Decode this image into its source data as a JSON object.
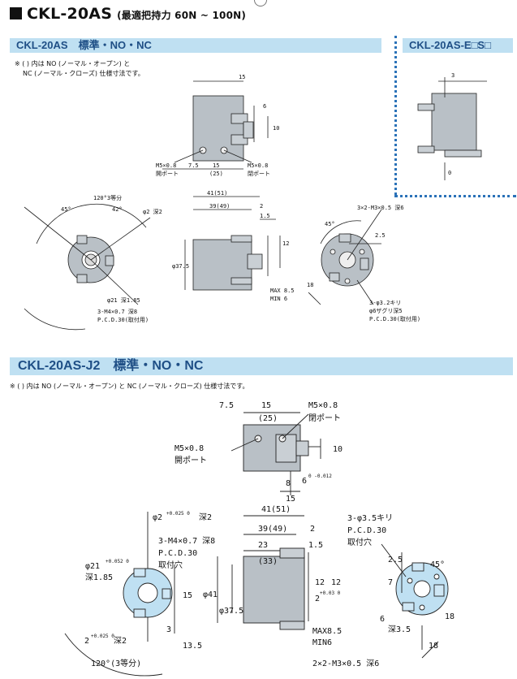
{
  "header": {
    "model": "CKL-20AS",
    "grip": "(最適把持力 60N ~ 100N)"
  },
  "sec1": {
    "bar": "CKL-20AS　標準・NO・NC",
    "bar_right": "CKL-20AS-E□S□",
    "note1": "※ ( ) 内は NO (ノーマル・オープン) と",
    "note2": "NC (ノーマル・クローズ) 仕様寸法です。"
  },
  "sec2": {
    "bar": "CKL-20AS-J2　標準・NO・NC",
    "note": "※ ( ) 内は NO (ノーマル・オープン) と NC (ノーマル・クローズ) 仕様寸法です。"
  },
  "d1": {
    "d15": "15",
    "d6": "6",
    "d10": "10",
    "d75": "7.5",
    "d15b": "15",
    "d25": "(25)",
    "port1a": "M5×0.8",
    "port1b": "開ポート",
    "port2a": "M5×0.8",
    "port2b": "閉ポート",
    "d41": "41(51)",
    "d39": "39(49)",
    "d2": "2",
    "d15c": "1.5",
    "d37": "φ37.5",
    "d12": "12",
    "dmax": "MAX 8.5",
    "dmin": "MIN 6",
    "a120": "120°3等分",
    "a45": "45°",
    "a42": "42°",
    "phi2": "φ2 深2",
    "phi21": "φ21 深1.85",
    "m4a": "3-M4×0.7 深8",
    "m4b": "P.C.D.30(取付用)",
    "e3": "3",
    "e0": "0",
    "m3": "3×2-M3×0.5 深6",
    "d25b": "2.5",
    "a45b": "45°",
    "d18": "18",
    "k1": "3-φ3.2キリ",
    "k2": "φ6ザグリ深5",
    "k3": "P.C.D.30(取付用)"
  },
  "d2": {
    "t75": "7.5",
    "t15": "15",
    "t25": "(25)",
    "pa": "M5×0.8",
    "pb": "閉ポート",
    "la": "M5×0.8",
    "lb": "開ポート",
    "r10": "10",
    "r6": "6",
    "r6tol": "0 -0.012",
    "r8": "8",
    "r15": "15",
    "phi2": "φ2",
    "phi2tol": "+0.025 0",
    "phi2d": "深2",
    "m4a": "3-M4×0.7 深8",
    "m4b": "P.C.D.30",
    "m4c": "取付穴",
    "phi21": "φ21",
    "phi21tol": "+0.052 0",
    "phi21d": "深1.85",
    "b2": "2",
    "b2tol": "+0.025 0",
    "b2d": "深2",
    "a120": "120°(3等分)",
    "v15": "15",
    "v3": "3",
    "v135": "13.5",
    "s41": "41(51)",
    "s39": "39(49)",
    "s2": "2",
    "s23": "23",
    "s15": "1.5",
    "s33": "(33)",
    "sphi41": "φ41",
    "sphi375": "φ37.5",
    "s12": "12",
    "s2b": "2",
    "s2btol": "+0.03 0",
    "s12b": "12",
    "smax": "MAX8.5",
    "smin": "MIN6",
    "k1": "3-φ3.5キリ",
    "k2": "P.C.D.30",
    "k3": "取付穴",
    "g25": "2.5",
    "g7": "7",
    "g45": "45°",
    "g6": "6",
    "g6d": "深3.5",
    "g18": "18",
    "g18b": "18",
    "g2m3": "2×2-M3×0.5 深6"
  }
}
